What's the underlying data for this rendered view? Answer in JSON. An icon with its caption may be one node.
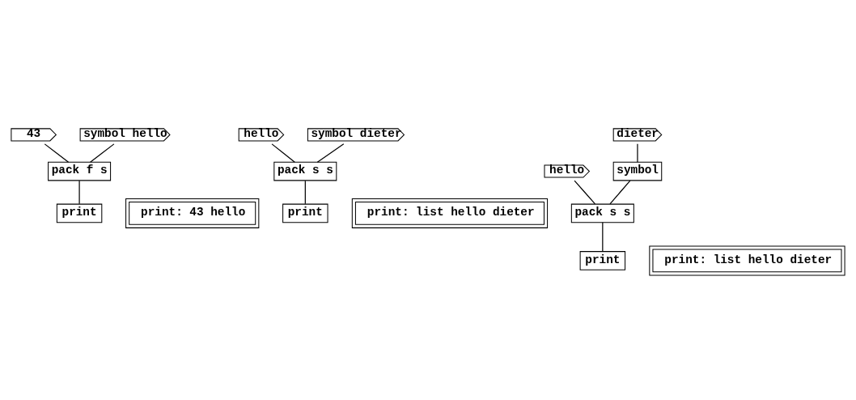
{
  "diagram": {
    "nodes": [
      {
        "text": [
          "43"
        ]
      },
      {
        "text": [
          "symbol hello"
        ]
      },
      {
        "text": [
          "pack f s"
        ]
      },
      {
        "text": [
          "print"
        ]
      },
      {
        "text": [
          "print: 43 hello"
        ]
      },
      {
        "text": [
          "hello"
        ]
      },
      {
        "text": [
          "symbol dieter"
        ]
      },
      {
        "text": [
          "pack s s"
        ]
      },
      {
        "text": [
          "print"
        ]
      },
      {
        "text": [
          "print: list hello dieter"
        ]
      },
      {
        "text": [
          "hello"
        ]
      },
      {
        "text": [
          "dieter"
        ]
      },
      {
        "text": [
          "symbol"
        ]
      },
      {
        "text": [
          "pack s s"
        ]
      },
      {
        "text": [
          "print"
        ]
      },
      {
        "text": [
          "print: list hello dieter"
        ]
      }
    ],
    "edges": [
      {
        "from": 0,
        "to": 2,
        "arrow": "none"
      },
      {
        "from": 1,
        "to": 2,
        "arrow": "none"
      },
      {
        "from": 2,
        "to": 3,
        "arrow": "none"
      },
      {
        "from": 5,
        "to": 7,
        "arrow": "none"
      },
      {
        "from": 6,
        "to": 7,
        "arrow": "none"
      },
      {
        "from": 7,
        "to": 8,
        "arrow": "none"
      },
      {
        "from": 10,
        "to": 13,
        "arrow": "none"
      },
      {
        "from": 11,
        "to": 12,
        "arrow": "none"
      },
      {
        "from": 12,
        "to": 13,
        "arrow": "none"
      },
      {
        "from": 13,
        "to": 14,
        "arrow": "none"
      }
    ]
  }
}
